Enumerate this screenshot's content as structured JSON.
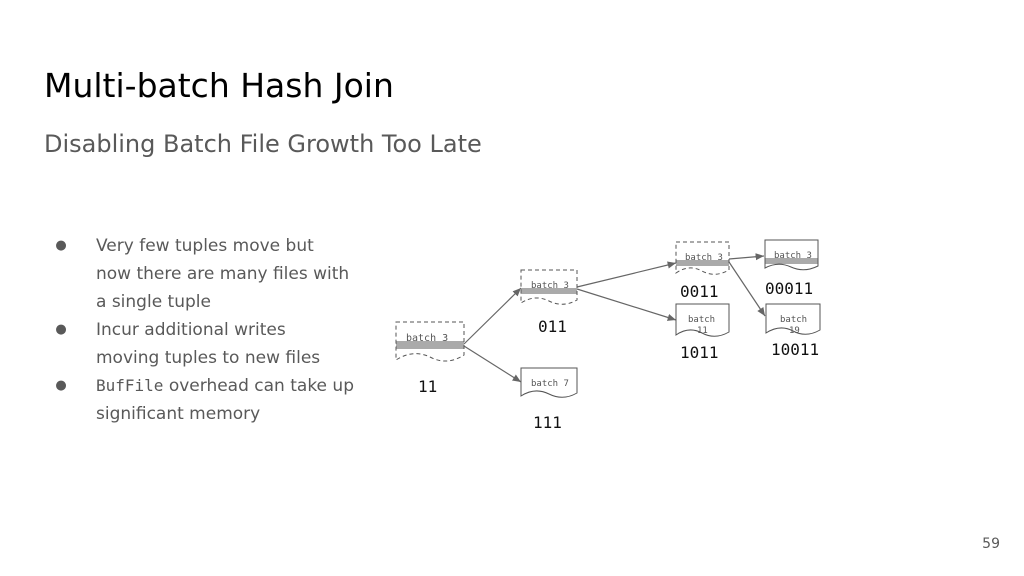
{
  "slide": {
    "title": "Multi-batch Hash Join",
    "subtitle": "Disabling Batch File Growth Too Late",
    "page_number": "59"
  },
  "bullets": [
    {
      "text": "Very few tuples move but now there are many files with a single tuple"
    },
    {
      "text": "Incur additional writes moving tuples to new files"
    },
    {
      "code": "BufFile",
      "text": " overhead can take up significant memory"
    }
  ],
  "diagram": {
    "nodes": {
      "root": {
        "label": "batch 3",
        "code": "11"
      },
      "b3_011": {
        "label": "batch 3",
        "code": "011"
      },
      "b7": {
        "label": "batch 7",
        "code": "111"
      },
      "b3_0011": {
        "label": "batch 3",
        "code": "0011"
      },
      "b11": {
        "label_line1": "batch",
        "label_line2": "11",
        "code": "1011"
      },
      "b3_00011": {
        "label": "batch 3",
        "code": "00011"
      },
      "b19": {
        "label_line1": "batch",
        "label_line2": "19",
        "code": "10011"
      }
    },
    "colors": {
      "stroke": "#555555",
      "arrow": "#666666"
    }
  }
}
